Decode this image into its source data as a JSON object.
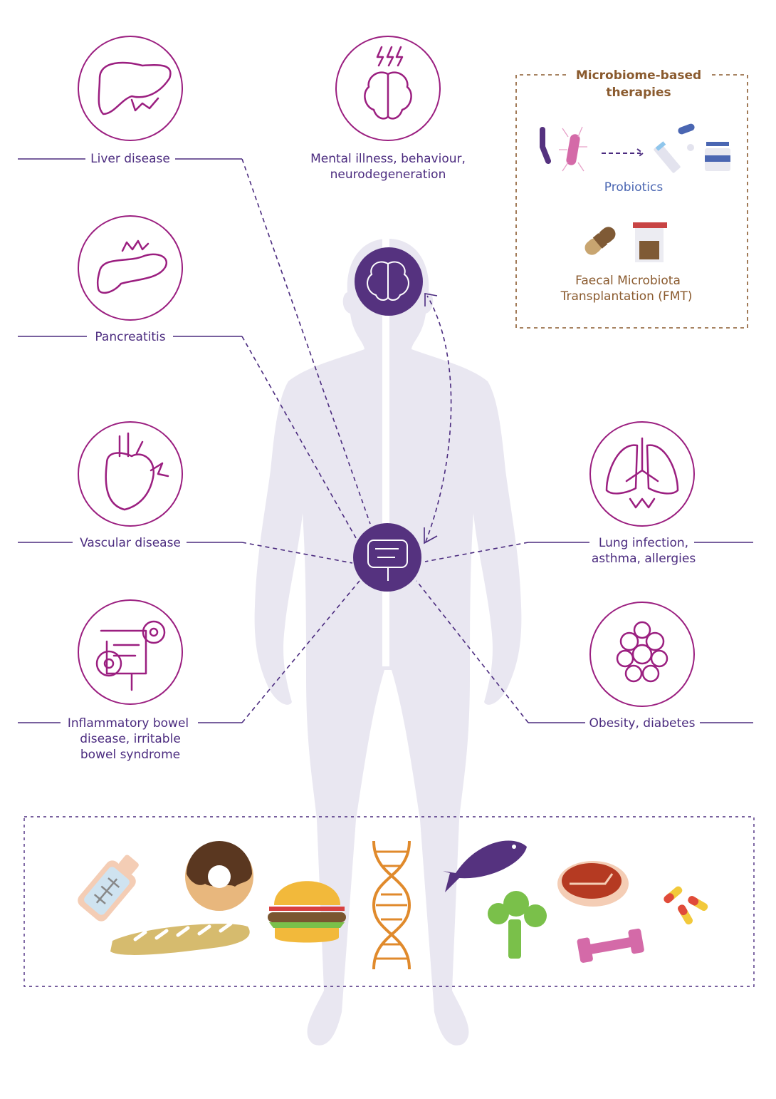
{
  "conditions": {
    "liver": "Liver disease",
    "mental_line1": "Mental illness, behaviour,",
    "mental_line2": "neurodegeneration",
    "pancreatitis": "Pancreatitis",
    "vascular": "Vascular disease",
    "ibd_line1": "Inflammatory bowel",
    "ibd_line2": "disease, irritable",
    "ibd_line3": "bowel syndrome",
    "lung_line1": "Lung infection,",
    "lung_line2": "asthma, allergies",
    "obesity": "Obesity, diabetes"
  },
  "therapies": {
    "title_line1": "Microbiome-based",
    "title_line2": "therapies",
    "probiotics": "Probiotics",
    "fmt_line1": "Faecal Microbiota",
    "fmt_line2": "Transplantation (FMT)"
  },
  "icons": [
    "liver-icon",
    "brain-icon",
    "pancreas-icon",
    "heart-icon",
    "intestine-icon",
    "lungs-icon",
    "adipose-icon",
    "bacteria-icon",
    "probiotic-tube-icon",
    "capsule-icon",
    "jar-icon",
    "stool-container-icon",
    "baby-bottle-icon",
    "donut-icon",
    "baguette-icon",
    "burger-icon",
    "dna-icon",
    "fish-icon",
    "broccoli-icon",
    "steak-icon",
    "dumbbell-icon",
    "pills-icon"
  ],
  "colors": {
    "accent_magenta": "#9b1f80",
    "purple": "#4b2b7f",
    "hub": "#55327f",
    "body": "#e9e7f1",
    "therapy_brown": "#8a5a2e",
    "probiotics_blue": "#4a66b2"
  }
}
